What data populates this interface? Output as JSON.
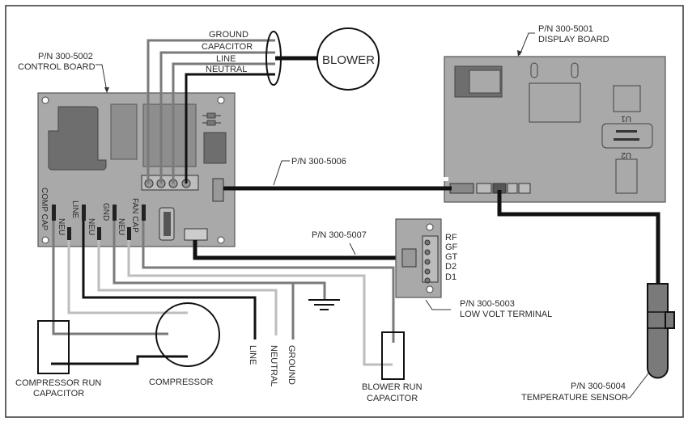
{
  "title": "Wiring Diagram",
  "components": {
    "control_board": {
      "part_number": "P/N 300-5002",
      "name": "CONTROL BOARD"
    },
    "display_board": {
      "part_number": "P/N 300-5001",
      "name": "DISPLAY BOARD"
    },
    "display_cable": {
      "part_number": "P/N 300-5006"
    },
    "low_volt_cable": {
      "part_number": "P/N 300-5007"
    },
    "low_volt_terminal": {
      "part_number": "P/N 300-5003",
      "name": "LOW VOLT TERMINAL"
    },
    "temperature_sensor": {
      "part_number": "P/N 300-5004",
      "name": "TEMPERATURE SENSOR"
    },
    "blower": {
      "name": "BLOWER"
    },
    "compressor": {
      "name": "COMPRESSOR"
    },
    "compressor_run_capacitor": {
      "line1": "COMPRESSOR RUN",
      "line2": "CAPACITOR"
    },
    "blower_run_capacitor": {
      "line1": "BLOWER RUN",
      "line2": "CAPACITOR"
    }
  },
  "blower_wires": [
    "GROUND",
    "CAPACITOR",
    "LINE",
    "NEUTRAL"
  ],
  "control_board_terminals": [
    "COMP CAP",
    "LINE",
    "GND",
    "FAN CAP",
    "NEU",
    "NEU",
    "NEU"
  ],
  "low_volt_terminals": [
    "RF",
    "GF",
    "GT",
    "D2",
    "D1"
  ],
  "power_leads": [
    "LINE",
    "NEUTRAL",
    "GROUND"
  ],
  "display_board_marks": {
    "u1": "U1",
    "u2": "U2"
  }
}
